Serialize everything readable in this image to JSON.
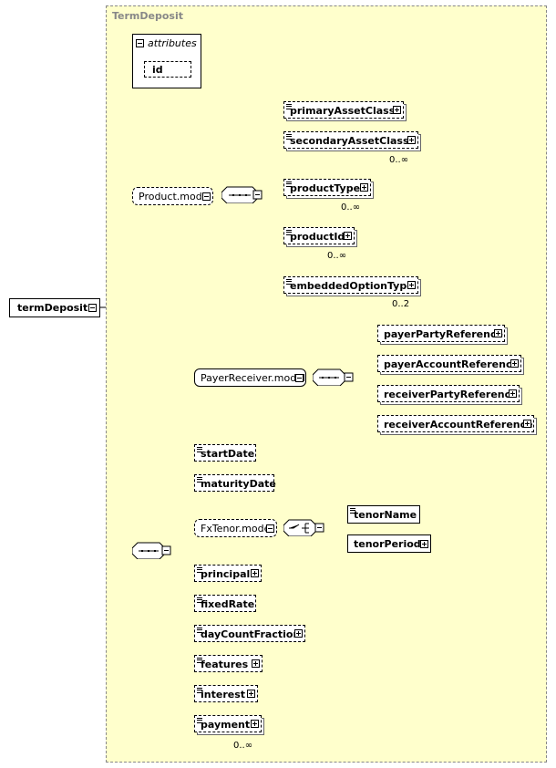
{
  "diagram": {
    "frame_title": "TermDeposit",
    "root": {
      "name": "termDeposit"
    },
    "attributes": {
      "label": "attributes",
      "items": [
        "id"
      ]
    },
    "product_model": {
      "name": "Product.model",
      "children": [
        {
          "name": "primaryAssetClass",
          "card": ""
        },
        {
          "name": "secondaryAssetClass",
          "card": "0..∞"
        },
        {
          "name": "productType",
          "card": "0..∞"
        },
        {
          "name": "productId",
          "card": "0..∞"
        },
        {
          "name": "embeddedOptionType",
          "card": "0..2"
        }
      ]
    },
    "payer_receiver_model": {
      "name": "PayerReceiver.model",
      "children": [
        {
          "name": "payerPartyReference"
        },
        {
          "name": "payerAccountReference"
        },
        {
          "name": "receiverPartyReference"
        },
        {
          "name": "receiverAccountReference"
        }
      ]
    },
    "start_date": "startDate",
    "maturity_date": "maturityDate",
    "fx_tenor_model": {
      "name": "FxTenor.model",
      "children": [
        {
          "name": "tenorName"
        },
        {
          "name": "tenorPeriod"
        }
      ]
    },
    "elements": [
      {
        "name": "principal"
      },
      {
        "name": "fixedRate"
      },
      {
        "name": "dayCountFraction"
      },
      {
        "name": "features"
      },
      {
        "name": "interest"
      },
      {
        "name": "payment",
        "card": "0..∞"
      }
    ]
  }
}
